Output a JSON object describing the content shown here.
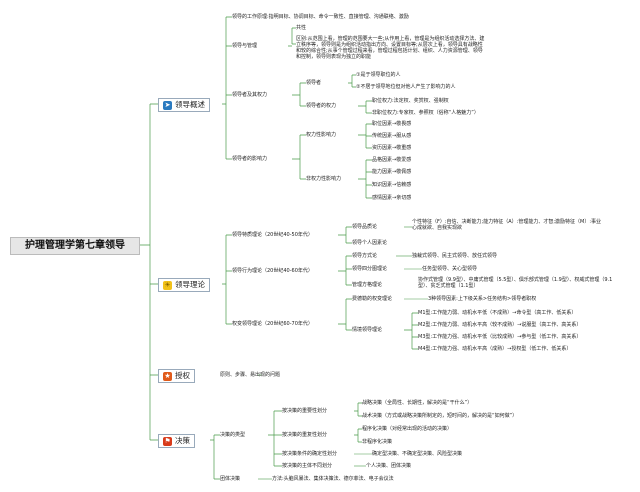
{
  "root": "护理管理学第七章领导",
  "branches": {
    "b1": {
      "label": "领导概述",
      "icon": "send-icon"
    },
    "b2": {
      "label": "领导理论",
      "icon": "lightbulb-icon"
    },
    "b3": {
      "label": "授权",
      "icon": "star-icon"
    },
    "b4": {
      "label": "决策",
      "icon": "flag-icon"
    }
  },
  "overview": {
    "work_principle": "领导的工作原理:指明目标、协调目标、命令一致性、直接管理、沟通联络、激励",
    "leader_mgmt": "领导与管理",
    "commonality": "共性",
    "difference": "区别:从范围上看，管理的范围要大一些;从作用上看，管理是为组织活动选择方法、建立秩序等，领导则是为组织活动指出方向、设置目标等;从层次上看，领导具有战略性和较的综合性;从事个管理过程来看，管理过程包括计划、组织、人力资源管理、领导和控制，领导则表现为独立的职能",
    "leader_power": "领导者及其权力",
    "leader": "领导者",
    "leader_1": "①是于领导职位的人",
    "leader_2": "②不居于领导地位但对他人产生了影响力的人",
    "power": "领导者的权力",
    "power_1": "职位权力:法定权、奖赏权、强制权",
    "power_2": "非职位权力:专家权、参照权（俗称“人格魅力”）",
    "influence": "领导者的影响力",
    "power_infl": "权力性影响力",
    "pi_1": "职位因素→敬畏感",
    "pi_2": "传统因素→服从感",
    "pi_3": "资历因素→敬重感",
    "non_power_infl": "非权力性影响力",
    "npi_1": "品格因素→敬爱感",
    "npi_2": "能力因素→敬佩感",
    "npi_3": "知识因素→信赖感",
    "npi_4": "感情因素→亲切感"
  },
  "theory": {
    "trait": "领导特质理论（20世纪40-50年代）",
    "trait_quality": "领导品质论",
    "trait_quality_d": "个性特征（F）:自信、决断能力;能力特征（A）:管理能力、才智;激励特征（M）:事业心成就欲、自我实现欲",
    "trait_person": "领导个人因素论",
    "behavior": "领导行为理论（20世纪40-60年代）",
    "style": "领导方式论",
    "style_d": "独裁式领导、民主式领导、放任式领导",
    "four_quad": "领导四分图理论",
    "four_quad_d": "任务型领导、关心型领导",
    "grid": "管理方格理论",
    "grid_d": "协作式管理（9.9型）、中庸式管理（5.5型）、俱乐部式管理（1.9型）、权威式管理（9.1型）、贫乏式管理（1.1型）",
    "contingency": "权变领导理论（20世纪60-70年代）",
    "fiedler": "费德勒的权变理论",
    "fiedler_d": "3种领导因素:上下级关系>任务结构>领导者职权",
    "situational": "情境领导理论",
    "m1": "M1型:工作能力弱、动机水平低（不成熟）→命令型（高工作、低关系）",
    "m2": "M2型:工作能力弱、动机水平高（较不成熟）→说服型（高工作、高关系）",
    "m3": "M3型:工作能力强、动机水平低（比较成熟）→参与型（低工作、高关系）",
    "m4": "M4型:工作能力强、动机水平高（成熟）→授权型（低工作、低关系）"
  },
  "authorize": {
    "d": "原则、步骤、易出现的问题"
  },
  "decision": {
    "types": "决策的类型",
    "by_importance": "按决策的重要性划分",
    "strategic": "战略决策（全局性、长期性，解决的是“干什么”）",
    "tactical": "战术决策（方式或战略决策所制定的，短时间的，解决的是“如何做”）",
    "by_repeat": "按决策的重复性划分",
    "programmed": "程序化决策（对经常出现的活动的决策）",
    "non_programmed": "非程序化决策",
    "by_condition": "按决策条件的确定性划分",
    "by_condition_d": "确定型决策、不确定型决策、风险型决策",
    "by_subject": "按决策的主体不同划分",
    "by_subject_d": "个人决策、团体决策",
    "group": "团体决策",
    "group_d": "方法:头脑风暴法、集体决策法、德尔菲法、电子会议法"
  },
  "colors": {
    "line": "#4a9a4a",
    "root_bg": "#e6e6e6",
    "flag": "#d83b1b",
    "star": "#e05a1a",
    "bulb": "#f2c21a",
    "send": "#2a7ac0"
  }
}
